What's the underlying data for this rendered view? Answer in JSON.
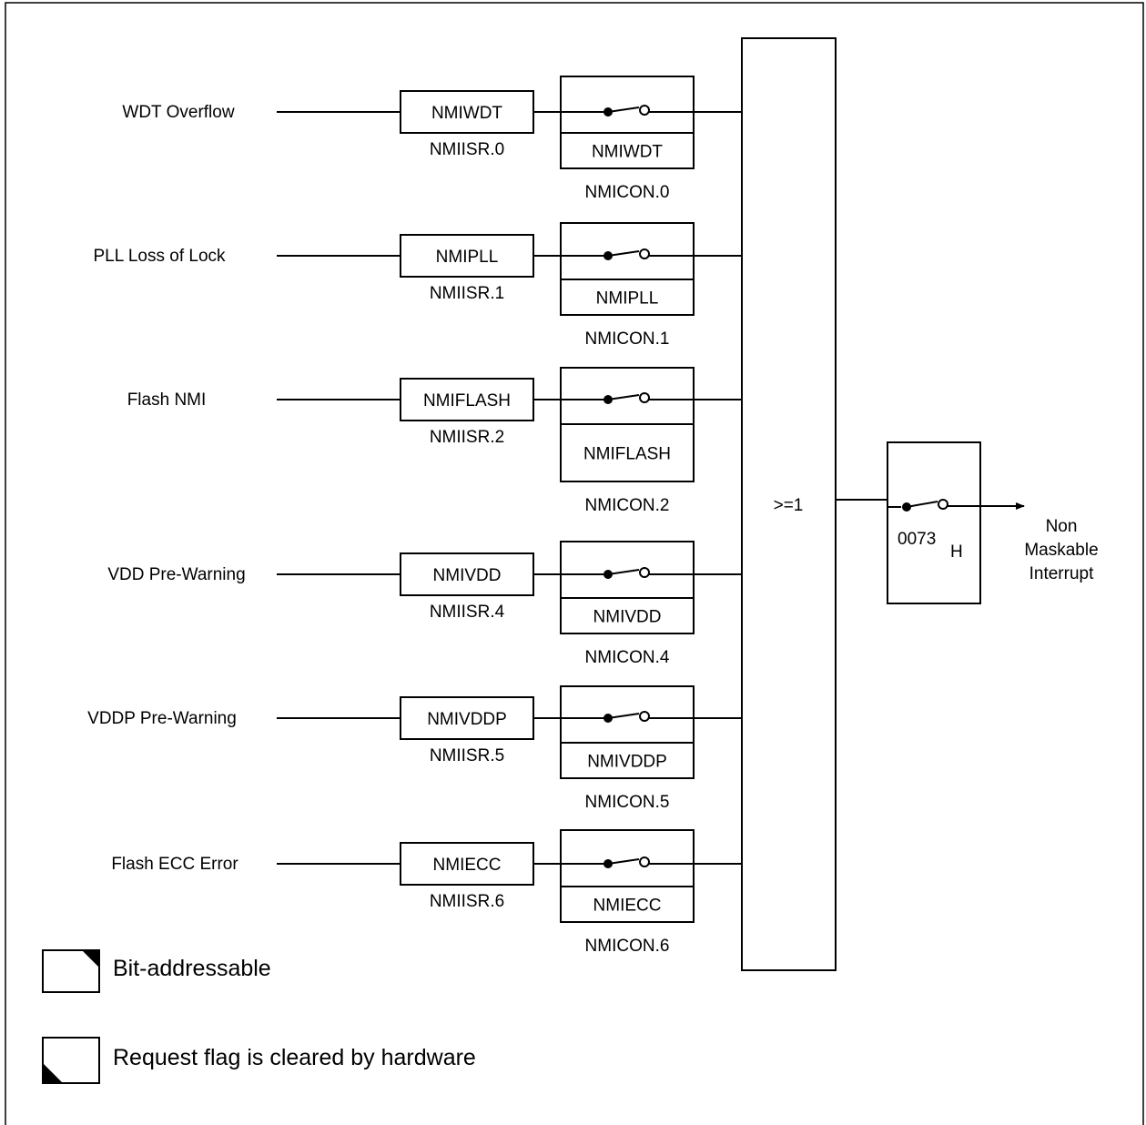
{
  "inputs": [
    {
      "signal": "WDT Overflow",
      "flag": "NMIWDT",
      "flag_reg": "NMIISR.0",
      "enable": "NMIWDT",
      "enable_reg": "NMICON.0"
    },
    {
      "signal": "PLL Loss of Lock",
      "flag": "NMIPLL",
      "flag_reg": "NMIISR.1",
      "enable": "NMIPLL",
      "enable_reg": "NMICON.1"
    },
    {
      "signal": "Flash NMI",
      "flag": "NMIFLASH",
      "flag_reg": "NMIISR.2",
      "enable": "NMIFLASH",
      "enable_reg": "NMICON.2"
    },
    {
      "signal": "VDD Pre-Warning",
      "flag": "NMIVDD",
      "flag_reg": "NMIISR.4",
      "enable": "NMIVDD",
      "enable_reg": "NMICON.4"
    },
    {
      "signal": "VDDP Pre-Warning",
      "flag": "NMIVDDP",
      "flag_reg": "NMIISR.5",
      "enable": "NMIVDDP",
      "enable_reg": "NMICON.5"
    },
    {
      "signal": "Flash ECC Error",
      "flag": "NMIECC",
      "flag_reg": "NMIISR.6",
      "enable": "NMIECC",
      "enable_reg": "NMICON.6"
    }
  ],
  "or_gate_label": ">=1",
  "vector": {
    "address": "0073",
    "suffix": "H"
  },
  "output_lines": [
    "Non",
    "Maskable",
    "Interrupt"
  ],
  "legend": [
    {
      "text": "Bit-addressable"
    },
    {
      "text": "Request flag is cleared by hardware"
    }
  ]
}
